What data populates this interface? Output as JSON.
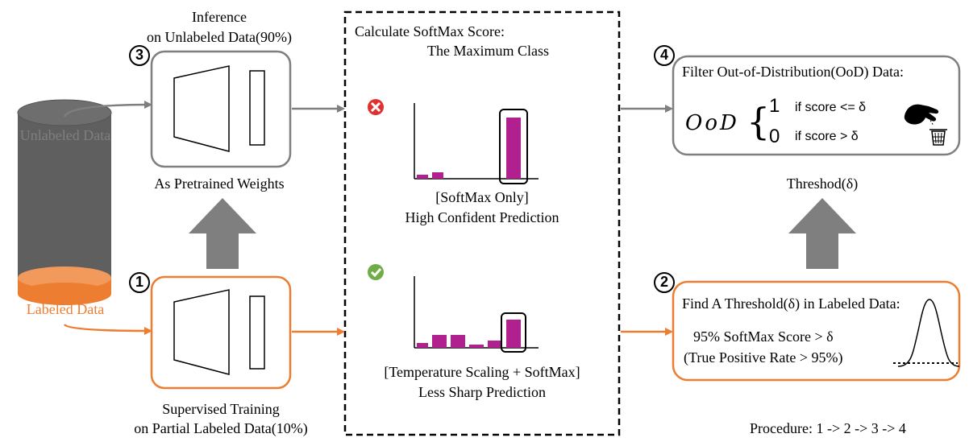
{
  "colors": {
    "gray": "#7f7f7f",
    "orange": "#ed7d31",
    "magenta": "#b0208e",
    "cylinder_gray": "#5f5f5f",
    "red": "#e03030",
    "green": "#70ad47"
  },
  "left": {
    "unlabeled_label": "Unlabeled Data",
    "labeled_label": "Labeled Data"
  },
  "steps": {
    "s1": "1",
    "s2": "2",
    "s3": "3",
    "s4": "4"
  },
  "top_model": {
    "title_line1": "Inference",
    "title_line2": "on Unlabeled Data(90%)",
    "caption": "As Pretrained Weights"
  },
  "bottom_model": {
    "caption_line1": "Supervised Training",
    "caption_line2": "on Partial Labeled Data(10%)"
  },
  "center": {
    "title_line1": "Calculate SoftMax Score:",
    "title_line2": "The Maximum Class",
    "upper_chart_caption_line1": "[SoftMax Only]",
    "upper_chart_caption_line2": "High Confident Prediction",
    "lower_chart_caption_line1": "[Temperature Scaling + SoftMax]",
    "lower_chart_caption_line2": "Less Sharp Prediction",
    "upper_status_icon": "x-circle-icon",
    "lower_status_icon": "check-circle-icon"
  },
  "filter": {
    "title": "Filter Out-of-Distribution(OoD) Data:",
    "symbol": "OoD",
    "brace": "{",
    "val1": "1",
    "cond1": "if score <= δ",
    "val0": "0",
    "cond0": "if score  >  δ",
    "icons": [
      "hand-icon",
      "trash-icon"
    ]
  },
  "threshold_label": "Threshod(δ)",
  "find": {
    "title": "Find A Threshold(δ) in Labeled Data:",
    "line1": "95% SoftMax Score > δ",
    "line2": "(True Positive Rate > 95%)",
    "icon": "bell-curve-icon"
  },
  "procedure": "Procedure: 1 -> 2 -> 3 -> 4"
}
